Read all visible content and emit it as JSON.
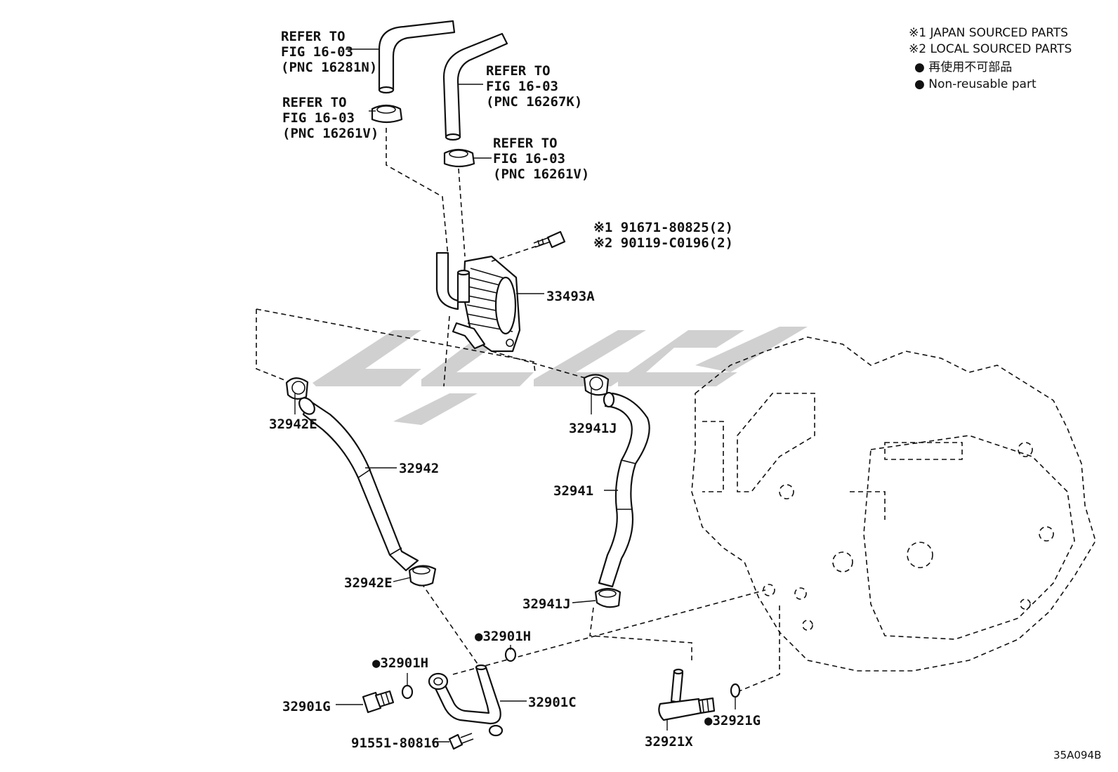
{
  "legend": {
    "line1": "※1 JAPAN SOURCED PARTS",
    "line2": "※2 LOCAL SOURCED PARTS",
    "line3": "● 再使用不可部品",
    "line4": "● Non-reusable part"
  },
  "refer_notes": {
    "hose_upper_left": [
      "REFER TO",
      "FIG 16-03",
      "(PNC 16281N)"
    ],
    "hose_upper_right": [
      "REFER TO",
      "FIG 16-03",
      "(PNC 16267K)"
    ],
    "clamp_left": [
      "REFER TO",
      "FIG 16-03",
      "(PNC 16261V)"
    ],
    "clamp_right": [
      "REFER TO",
      "FIG 16-03",
      "(PNC 16261V)"
    ]
  },
  "bolt_codes": {
    "japan": "※1 91671-80825(2)",
    "local": "※2 90119-C0196(2)"
  },
  "part_labels": {
    "p33493A": "33493A",
    "p32942E_top": "32942E",
    "p32942": "32942",
    "p32942E_bottom": "32942E",
    "p32941J_top": "32941J",
    "p32941": "32941",
    "p32941J_bottom": "32941J",
    "p32901H_right": "●32901H",
    "p32901H_left": "●32901H",
    "p32901G": "32901G",
    "p32901C": "32901C",
    "p91551": "91551-80816",
    "p32921G": "●32921G",
    "p32921X": "32921X"
  },
  "figure_code": "35A094B",
  "colors": {
    "line": "#111111",
    "watermark": "#c8c8c8",
    "background": "#ffffff"
  }
}
